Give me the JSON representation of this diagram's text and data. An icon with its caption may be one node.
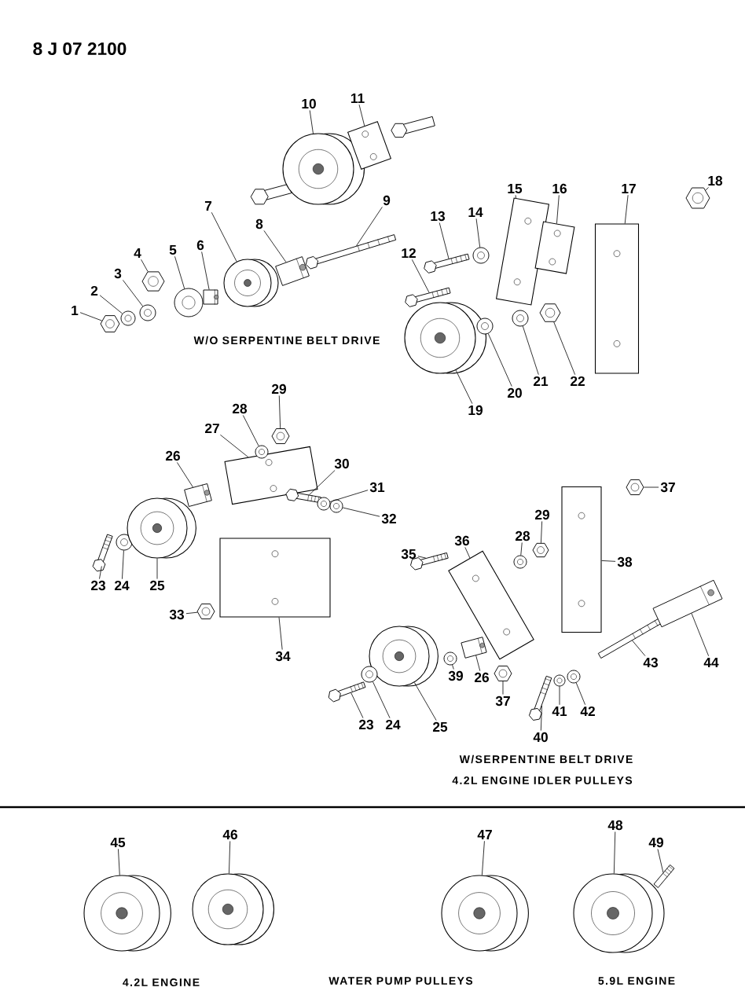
{
  "diagram": {
    "nodes": [
      {
        "text": [
          "1"
        ]
      },
      {
        "text": [],
        "shape": "picture"
      },
      {
        "text": [
          "2"
        ]
      },
      {
        "text": [],
        "shape": "picture"
      },
      {
        "text": [
          "3"
        ]
      },
      {
        "text": [],
        "shape": "picture"
      },
      {
        "text": [
          "4"
        ]
      },
      {
        "text": [],
        "shape": "picture"
      },
      {
        "text": [
          "5"
        ]
      },
      {
        "text": [],
        "shape": "picture"
      },
      {
        "text": [
          "6"
        ]
      },
      {
        "text": [],
        "shape": "picture"
      },
      {
        "text": [
          "7"
        ]
      },
      {
        "text": [],
        "shape": "picture"
      },
      {
        "text": [
          "8"
        ]
      },
      {
        "text": [],
        "shape": "picture"
      },
      {
        "text": [
          "9"
        ]
      },
      {
        "text": [],
        "shape": "picture"
      },
      {
        "text": [
          "10"
        ]
      },
      {
        "text": [],
        "shape": "picture"
      },
      {
        "text": [
          "11"
        ]
      },
      {
        "text": [],
        "shape": "picture"
      },
      {
        "text": [
          "12"
        ]
      },
      {
        "text": [],
        "shape": "picture"
      },
      {
        "text": [
          "13"
        ]
      },
      {
        "text": [],
        "shape": "picture"
      },
      {
        "text": [
          "14"
        ]
      },
      {
        "text": [],
        "shape": "picture"
      },
      {
        "text": [
          "15"
        ]
      },
      {
        "text": [],
        "shape": "picture"
      },
      {
        "text": [
          "16"
        ]
      },
      {
        "text": [],
        "shape": "picture"
      },
      {
        "text": [
          "17"
        ]
      },
      {
        "text": [],
        "shape": "picture"
      },
      {
        "text": [
          "18"
        ]
      },
      {
        "text": [],
        "shape": "picture"
      },
      {
        "text": [
          "19"
        ]
      },
      {
        "text": [],
        "shape": "picture"
      },
      {
        "text": [
          "20"
        ]
      },
      {
        "text": [],
        "shape": "picture"
      },
      {
        "text": [
          "21"
        ]
      },
      {
        "text": [],
        "shape": "picture"
      },
      {
        "text": [
          "22"
        ]
      },
      {
        "text": [],
        "shape": "picture"
      },
      {
        "text": [
          "23"
        ]
      },
      {
        "text": [],
        "shape": "picture"
      },
      {
        "text": [
          "24"
        ]
      },
      {
        "text": [],
        "shape": "picture"
      },
      {
        "text": [
          "25"
        ]
      },
      {
        "text": [],
        "shape": "picture"
      },
      {
        "text": [
          "26"
        ]
      },
      {
        "text": [],
        "shape": "picture"
      },
      {
        "text": [
          "27"
        ]
      },
      {
        "text": [],
        "shape": "picture"
      },
      {
        "text": [
          "28"
        ]
      },
      {
        "text": [],
        "shape": "picture"
      },
      {
        "text": [
          "29"
        ]
      },
      {
        "text": [],
        "shape": "picture"
      },
      {
        "text": [
          "30"
        ]
      },
      {
        "text": [],
        "shape": "picture"
      },
      {
        "text": [
          "31"
        ]
      },
      {
        "text": [],
        "shape": "picture"
      },
      {
        "text": [
          "32"
        ]
      },
      {
        "text": [],
        "shape": "picture"
      },
      {
        "text": [
          "33"
        ]
      },
      {
        "text": [],
        "shape": "picture"
      },
      {
        "text": [
          "34"
        ]
      },
      {
        "text": [],
        "shape": "picture"
      },
      {
        "text": [
          "35"
        ]
      },
      {
        "text": [],
        "shape": "picture"
      },
      {
        "text": [
          "36"
        ]
      },
      {
        "text": [],
        "shape": "picture"
      },
      {
        "text": [
          "28"
        ]
      },
      {
        "text": [],
        "shape": "picture"
      },
      {
        "text": [
          "29"
        ]
      },
      {
        "text": [],
        "shape": "picture"
      },
      {
        "text": [
          "37"
        ]
      },
      {
        "text": [],
        "shape": "picture"
      },
      {
        "text": [
          "38"
        ]
      },
      {
        "text": [],
        "shape": "picture"
      },
      {
        "text": [
          "39"
        ]
      },
      {
        "text": [],
        "shape": "picture"
      },
      {
        "text": [
          "26"
        ]
      },
      {
        "text": [],
        "shape": "picture"
      },
      {
        "text": [
          "37"
        ]
      },
      {
        "text": [],
        "shape": "picture"
      },
      {
        "text": [
          "25"
        ]
      },
      {
        "text": [],
        "shape": "picture"
      },
      {
        "text": [
          "24"
        ]
      },
      {
        "text": [],
        "shape": "picture"
      },
      {
        "text": [
          "23"
        ]
      },
      {
        "text": [],
        "shape": "picture"
      },
      {
        "text": [
          "40"
        ]
      },
      {
        "text": [],
        "shape": "picture"
      },
      {
        "text": [
          "41"
        ]
      },
      {
        "text": [],
        "shape": "picture"
      },
      {
        "text": [
          "42"
        ]
      },
      {
        "text": [],
        "shape": "picture"
      },
      {
        "text": [
          "43"
        ]
      },
      {
        "text": [],
        "shape": "picture"
      },
      {
        "text": [
          "44"
        ]
      },
      {
        "text": [],
        "shape": "picture"
      },
      {
        "text": [
          "45"
        ]
      },
      {
        "text": [],
        "shape": "picture"
      },
      {
        "text": [
          "46"
        ]
      },
      {
        "text": [],
        "shape": "picture"
      },
      {
        "text": [
          "47"
        ]
      },
      {
        "text": [],
        "shape": "picture"
      },
      {
        "text": [
          "48"
        ]
      },
      {
        "text": [],
        "shape": "picture"
      },
      {
        "text": [
          "49"
        ]
      },
      {
        "text": [],
        "shape": "picture"
      }
    ],
    "edges": [
      {
        "from": 0,
        "to": 1,
        "arrow": "none"
      },
      {
        "from": 2,
        "to": 3,
        "arrow": "none"
      },
      {
        "from": 4,
        "to": 5,
        "arrow": "none"
      },
      {
        "from": 6,
        "to": 7,
        "arrow": "none"
      },
      {
        "from": 8,
        "to": 9,
        "arrow": "none"
      },
      {
        "from": 10,
        "to": 11,
        "arrow": "none"
      },
      {
        "from": 12,
        "to": 13,
        "arrow": "none"
      },
      {
        "from": 14,
        "to": 15,
        "arrow": "none"
      },
      {
        "from": 16,
        "to": 17,
        "arrow": "none"
      },
      {
        "from": 18,
        "to": 19,
        "arrow": "none"
      },
      {
        "from": 20,
        "to": 21,
        "arrow": "none"
      },
      {
        "from": 22,
        "to": 23,
        "arrow": "none"
      },
      {
        "from": 24,
        "to": 25,
        "arrow": "none"
      },
      {
        "from": 26,
        "to": 27,
        "arrow": "none"
      },
      {
        "from": 28,
        "to": 29,
        "arrow": "none"
      },
      {
        "from": 30,
        "to": 31,
        "arrow": "none"
      },
      {
        "from": 32,
        "to": 33,
        "arrow": "none"
      },
      {
        "from": 34,
        "to": 35,
        "arrow": "none"
      },
      {
        "from": 36,
        "to": 37,
        "arrow": "none"
      },
      {
        "from": 38,
        "to": 39,
        "arrow": "none"
      },
      {
        "from": 40,
        "to": 41,
        "arrow": "none"
      },
      {
        "from": 42,
        "to": 43,
        "arrow": "none"
      },
      {
        "from": 44,
        "to": 45,
        "arrow": "none"
      },
      {
        "from": 46,
        "to": 47,
        "arrow": "none"
      },
      {
        "from": 48,
        "to": 49,
        "arrow": "none"
      },
      {
        "from": 50,
        "to": 51,
        "arrow": "none"
      },
      {
        "from": 52,
        "to": 53,
        "arrow": "none"
      },
      {
        "from": 54,
        "to": 55,
        "arrow": "none"
      },
      {
        "from": 56,
        "to": 57,
        "arrow": "none"
      },
      {
        "from": 58,
        "to": 59,
        "arrow": "none"
      },
      {
        "from": 60,
        "to": 61,
        "arrow": "none"
      },
      {
        "from": 62,
        "to": 63,
        "arrow": "none"
      },
      {
        "from": 64,
        "to": 65,
        "arrow": "none"
      },
      {
        "from": 66,
        "to": 67,
        "arrow": "none"
      },
      {
        "from": 68,
        "to": 69,
        "arrow": "none"
      },
      {
        "from": 70,
        "to": 71,
        "arrow": "none"
      },
      {
        "from": 72,
        "to": 73,
        "arrow": "none"
      },
      {
        "from": 74,
        "to": 75,
        "arrow": "none"
      },
      {
        "from": 76,
        "to": 77,
        "arrow": "none"
      },
      {
        "from": 78,
        "to": 79,
        "arrow": "none"
      },
      {
        "from": 80,
        "to": 81,
        "arrow": "none"
      },
      {
        "from": 82,
        "to": 83,
        "arrow": "none"
      },
      {
        "from": 84,
        "to": 85,
        "arrow": "none"
      },
      {
        "from": 86,
        "to": 87,
        "arrow": "none"
      },
      {
        "from": 88,
        "to": 89,
        "arrow": "none"
      },
      {
        "from": 90,
        "to": 91,
        "arrow": "none"
      },
      {
        "from": 92,
        "to": 93,
        "arrow": "none"
      },
      {
        "from": 94,
        "to": 95,
        "arrow": "none"
      },
      {
        "from": 96,
        "to": 97,
        "arrow": "none"
      },
      {
        "from": 98,
        "to": 99,
        "arrow": "none"
      },
      {
        "from": 100,
        "to": 101,
        "arrow": "none"
      },
      {
        "from": 102,
        "to": 103,
        "arrow": "none"
      },
      {
        "from": 104,
        "to": 105,
        "arrow": "none"
      },
      {
        "from": 106,
        "to": 107,
        "arrow": "none"
      },
      {
        "from": 108,
        "to": 109,
        "arrow": "none"
      },
      {
        "from": 110,
        "to": 111,
        "arrow": "none"
      }
    ],
    "labels": [
      "8 J 07 2100",
      "W/O SERPENTINE BELT DRIVE",
      "W/SERPENTINE BELT DRIVE",
      "4.2L ENGINE IDLER PULLEYS",
      "4.2L ENGINE",
      "WATER PUMP PULLEYS",
      "5.9L ENGINE"
    ]
  }
}
